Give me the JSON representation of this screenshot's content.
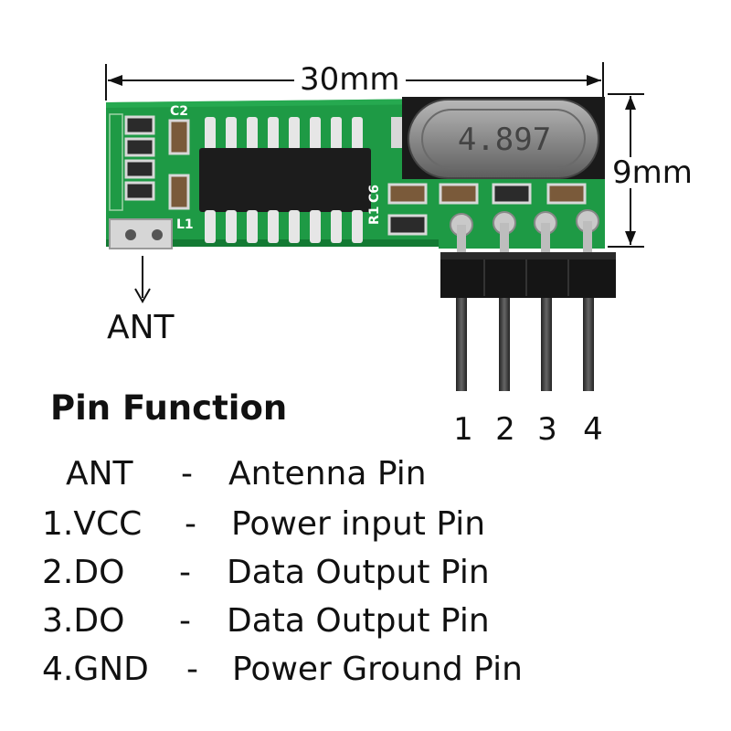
{
  "dimensions": {
    "width_label": "30mm",
    "height_label": "9mm"
  },
  "antenna_label": "ANT",
  "crystal_marking": "4.897",
  "silkscreen": {
    "c2": "C2",
    "l1": "L1",
    "r1": "R1",
    "c6": "C6"
  },
  "pin_numbers": [
    "1",
    "2",
    "3",
    "4"
  ],
  "heading": "Pin Function",
  "pin_functions": [
    {
      "pin": "ANT",
      "dash": "-",
      "desc": "Antenna Pin"
    },
    {
      "pin": "1.VCC",
      "dash": "-",
      "desc": "Power input Pin"
    },
    {
      "pin": "2.DO",
      "dash": "-",
      "desc": "Data Output Pin"
    },
    {
      "pin": "3.DO",
      "dash": "-",
      "desc": "Data Output Pin"
    },
    {
      "pin": "4.GND",
      "dash": "-",
      "desc": "Power Ground Pin"
    }
  ],
  "colors": {
    "pcb": "#1e9a45",
    "pcb_dark": "#137a33",
    "chip": "#1c1c1c",
    "crystal": "#8e8e8e",
    "header": "#151515",
    "pin_metal": "#3a3a3a"
  }
}
